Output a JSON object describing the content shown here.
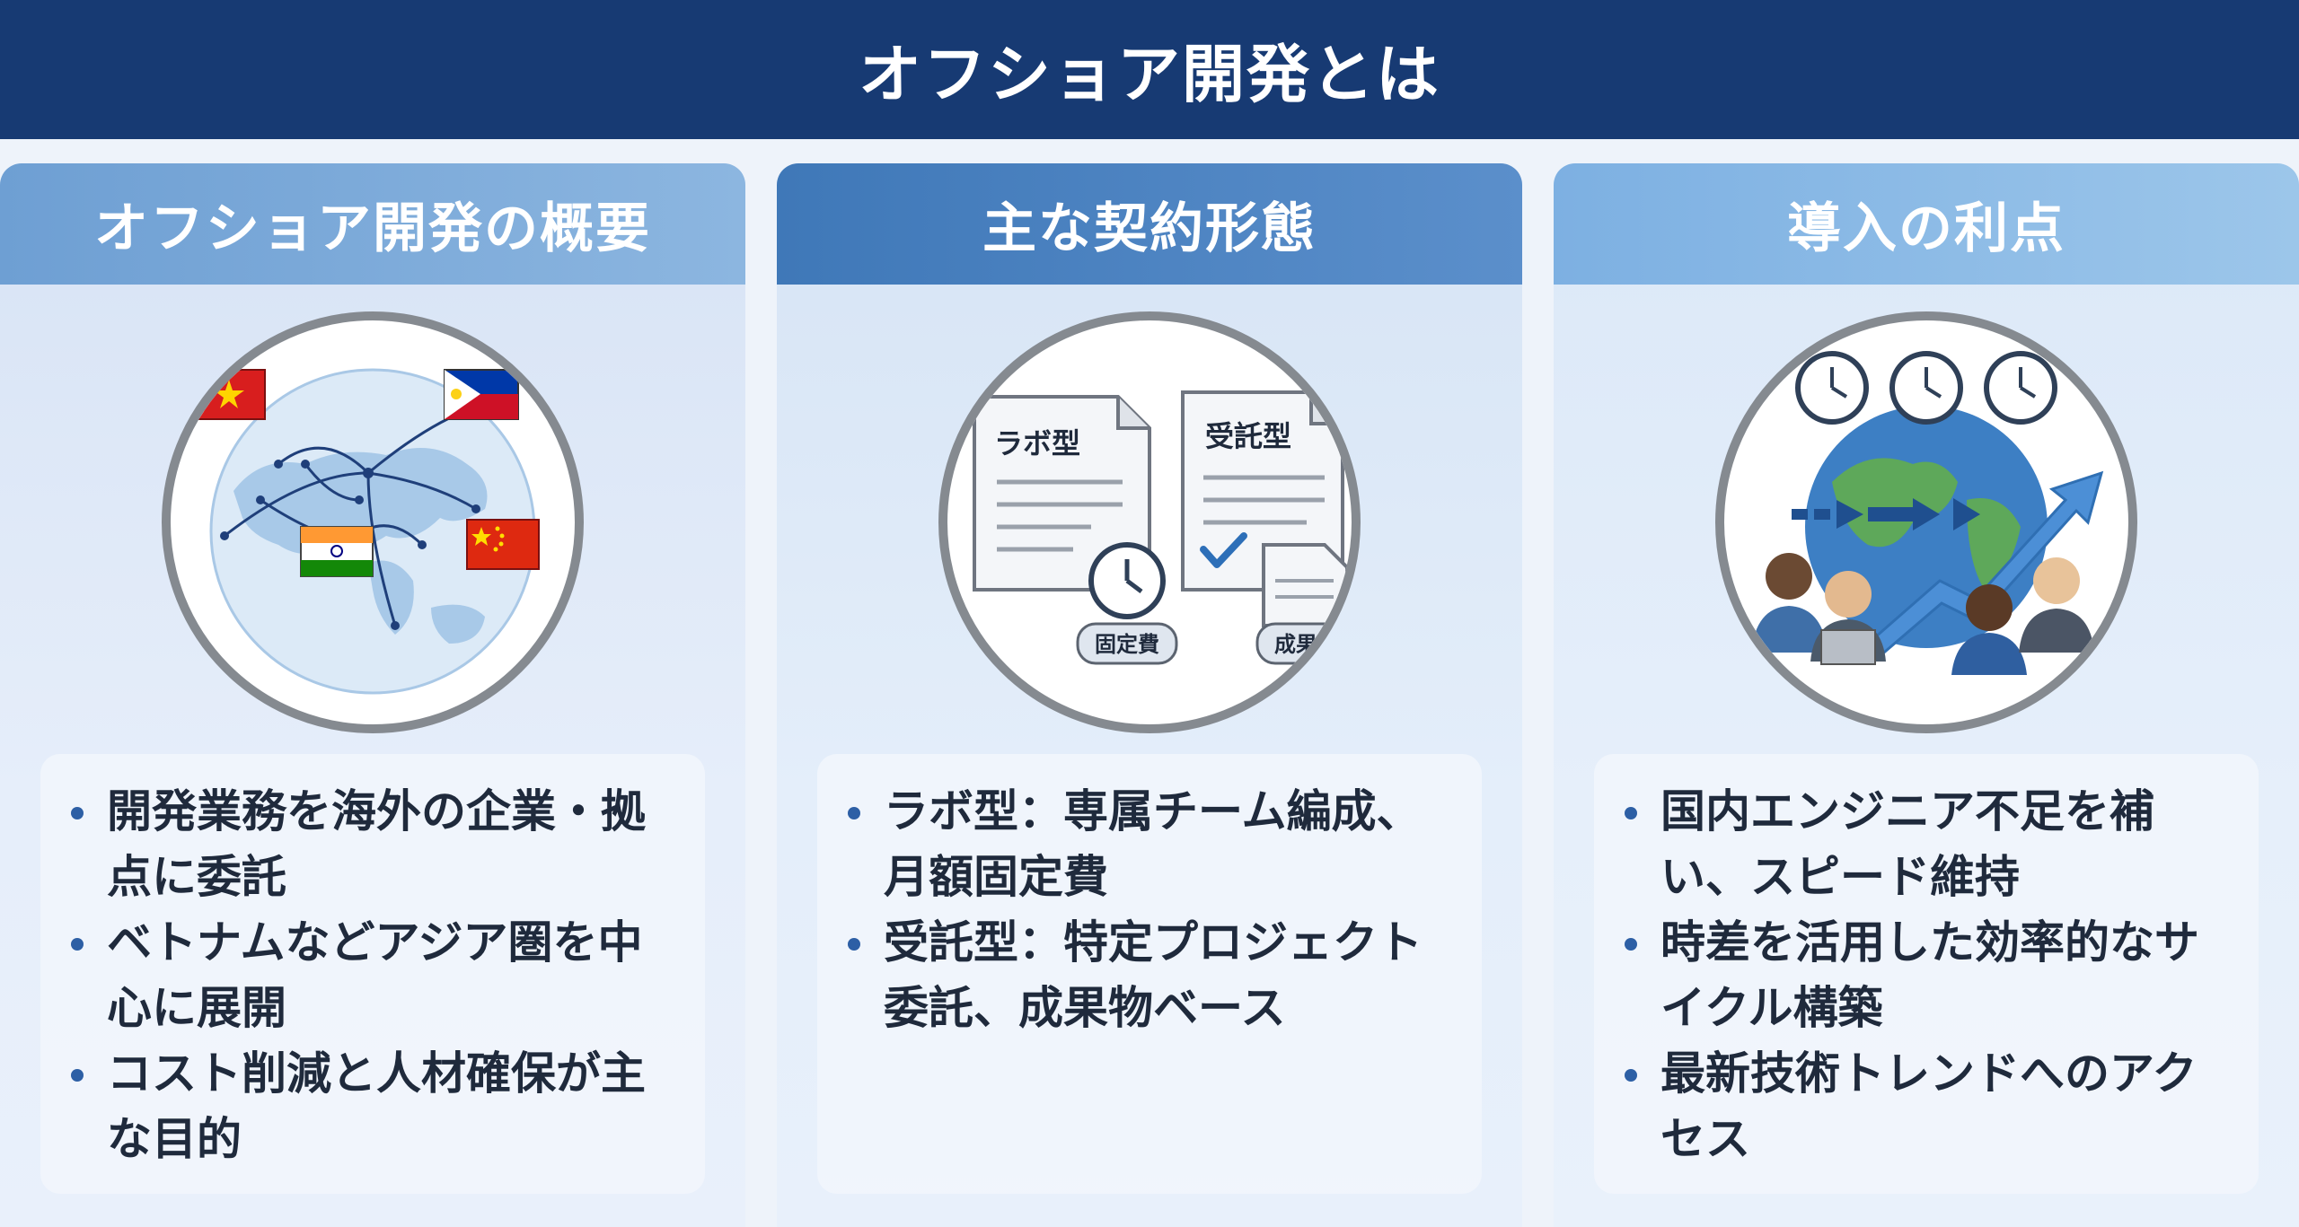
{
  "header": {
    "title": "オフショア開発とは"
  },
  "panels": [
    {
      "title": "オフショア開発の概要",
      "bullets": [
        "開発業務を海外の企業・拠点に委託",
        "ベトナムなどアジア圏を中心に展開",
        "コスト削減と人材確保が主な目的"
      ]
    },
    {
      "title": "主な契約形態",
      "illustration": {
        "doc1_title": "ラボ型",
        "doc1_tag": "固定費",
        "doc2_title": "受託型",
        "doc2_tag": "成果物"
      },
      "bullets": [
        "ラボ型：専属チーム編成、月額固定費",
        "受託型：特定プロジェクト委託、成果物ベース"
      ]
    },
    {
      "title": "導入の利点",
      "bullets": [
        "国内エンジニア不足を補い、スピード維持",
        "時差を活用した効率的なサイクル構築",
        "最新技術トレンドへのアクセス"
      ]
    }
  ],
  "colors": {
    "header_bg": "#173a73",
    "accent": "#2d5fa5",
    "text": "#1f2a3c"
  }
}
